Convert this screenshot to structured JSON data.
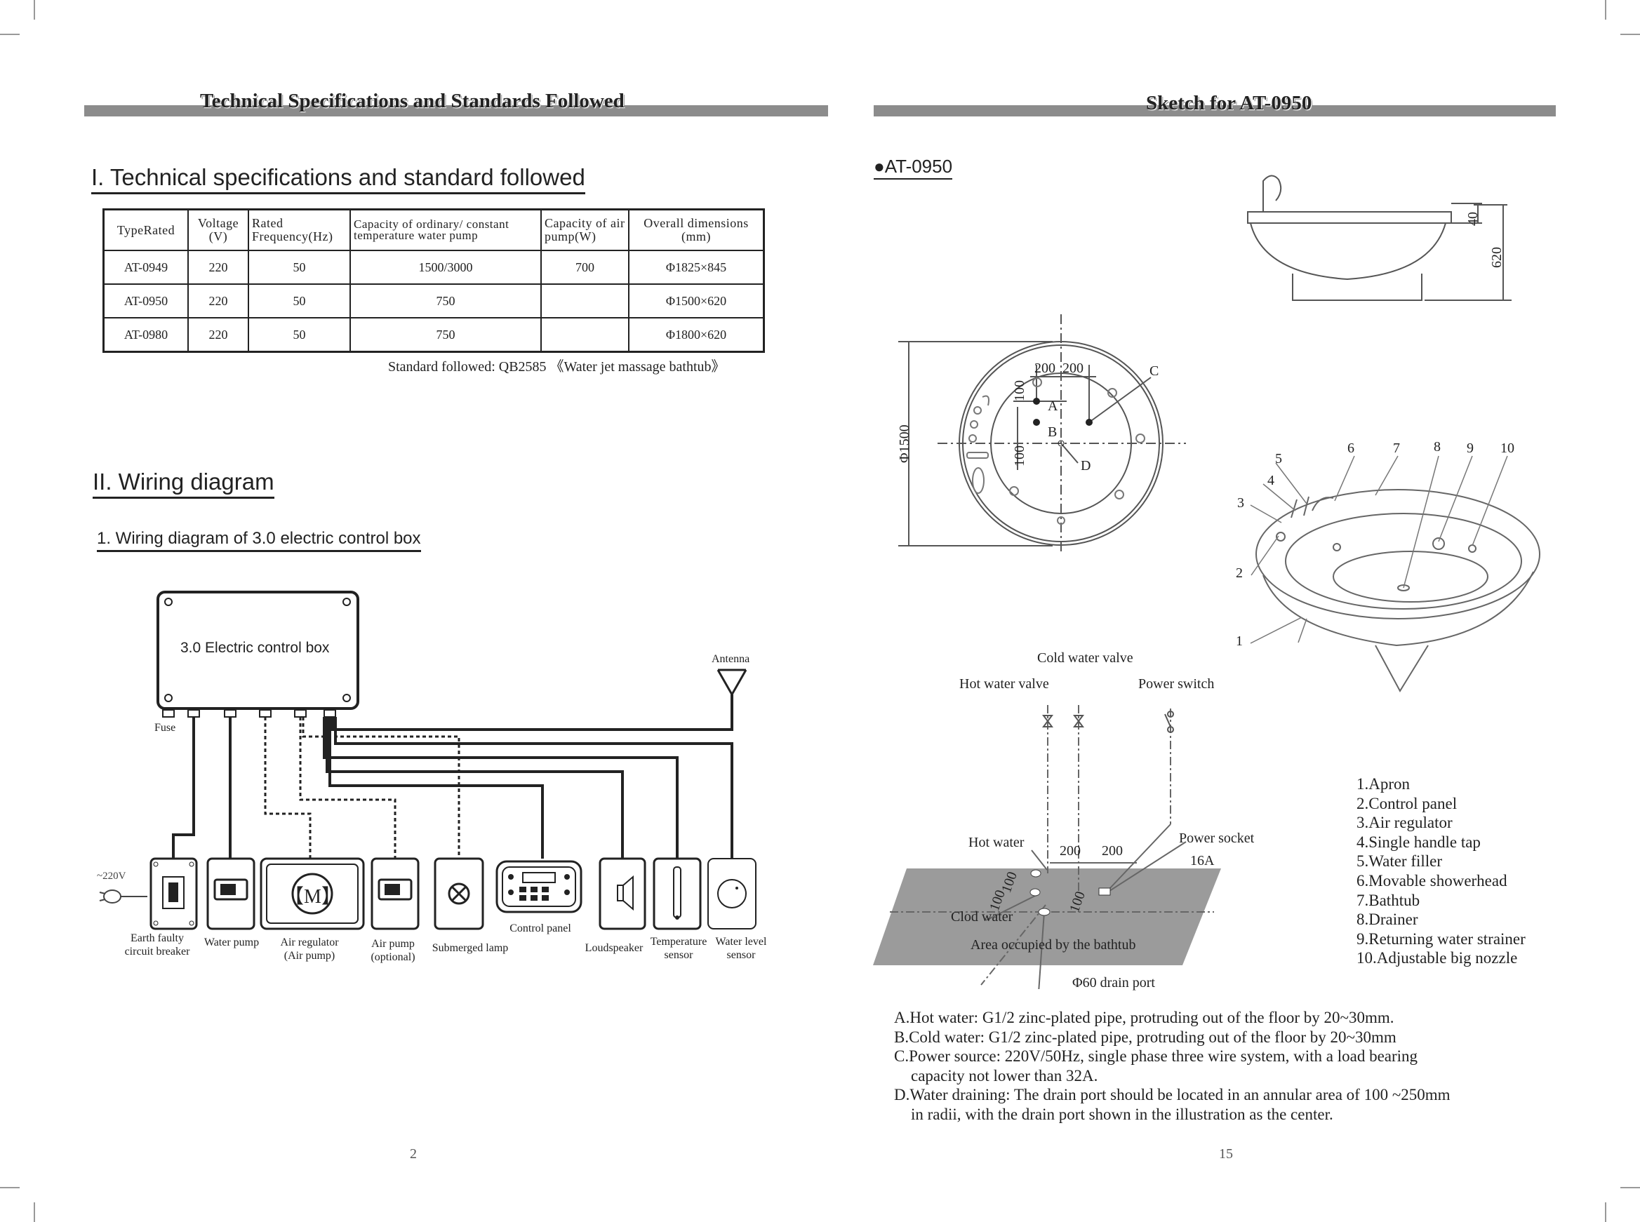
{
  "headers": {
    "left": "Technical Specifications and Standards Followed",
    "right": "Sketch for AT-0950"
  },
  "section1": {
    "title": "I. Technical specifications and standard followed",
    "table": {
      "columns": [
        "TypeRated",
        "Voltage (V)",
        "Rated Frequency(Hz)",
        "Capacity of ordinary/ constant temperature water pump",
        "Capacity of air pump(W)",
        "Overall dimensions (mm)"
      ],
      "rows": [
        [
          "AT-0949",
          "220",
          "50",
          "1500/3000",
          "700",
          "Φ1825×845"
        ],
        [
          "AT-0950",
          "220",
          "50",
          "750",
          "",
          "Φ1500×620"
        ],
        [
          "AT-0980",
          "220",
          "50",
          "750",
          "",
          "Φ1800×620"
        ]
      ]
    },
    "standard": "Standard followed: QB2585 《Water jet massage bathtub》"
  },
  "section2": {
    "title": "II. Wiring diagram",
    "subtitle": "1. Wiring diagram of 3.0 electric control box",
    "control_box_label": "3.0 Electric control box",
    "antenna": "Antenna",
    "fuse": "Fuse",
    "voltage": "~220V",
    "components": [
      "Earth faulty circuit breaker",
      "Water pump",
      "Air regulator (Air pump)",
      "Air pump (optional)",
      "Submerged lamp",
      "Control panel",
      "Loudspeaker",
      "Temperature sensor",
      "Water level sensor"
    ],
    "motor_symbol": "【M】"
  },
  "sketch": {
    "model_label": "●AT-0950",
    "dims": {
      "d40": "40",
      "d620": "620",
      "d1500": "Φ1500",
      "d200a": "200",
      "d200b": "200",
      "d100a": "100",
      "d100b": "100"
    },
    "points": [
      "A",
      "B",
      "C",
      "D"
    ],
    "part_numbers": [
      "1",
      "2",
      "3",
      "4",
      "5",
      "6",
      "7",
      "8",
      "9",
      "10"
    ],
    "install": {
      "cold_valve": "Cold water valve",
      "hot_valve": "Hot water valve",
      "power_switch": "Power switch",
      "hot_water": "Hot water",
      "power_socket": "Power socket",
      "amps": "16A",
      "clod_water": "Clod water",
      "area": "Area occupied by the bathtub",
      "drain": "Φ60 drain port",
      "d200a": "200",
      "d200b": "200",
      "d100a": "100",
      "d100b": "100",
      "d100c": "100"
    },
    "parts_list": [
      "1.Apron",
      "2.Control panel",
      "3.Air regulator",
      "4.Single handle tap",
      "5.Water filler",
      "6.Movable showerhead",
      "7.Bathtub",
      "8.Drainer",
      "9.Returning water strainer",
      "10.Adjustable big nozzle"
    ],
    "notes": [
      "A.Hot water: G1/2 zinc-plated pipe, protruding out of the floor by 20~30mm.",
      "B.Cold water: G1/2 zinc-plated pipe, protruding out of the floor by 20~30mm",
      "C.Power source: 220V/50Hz, single phase three wire system, with a load bearing",
      "capacity not lower than 32A.",
      "D.Water draining: The drain port should be located in an annular area of 100 ~250mm",
      "in radii, with the drain port shown in the illustration as the center."
    ]
  },
  "page_numbers": {
    "left": "2",
    "right": "15"
  }
}
